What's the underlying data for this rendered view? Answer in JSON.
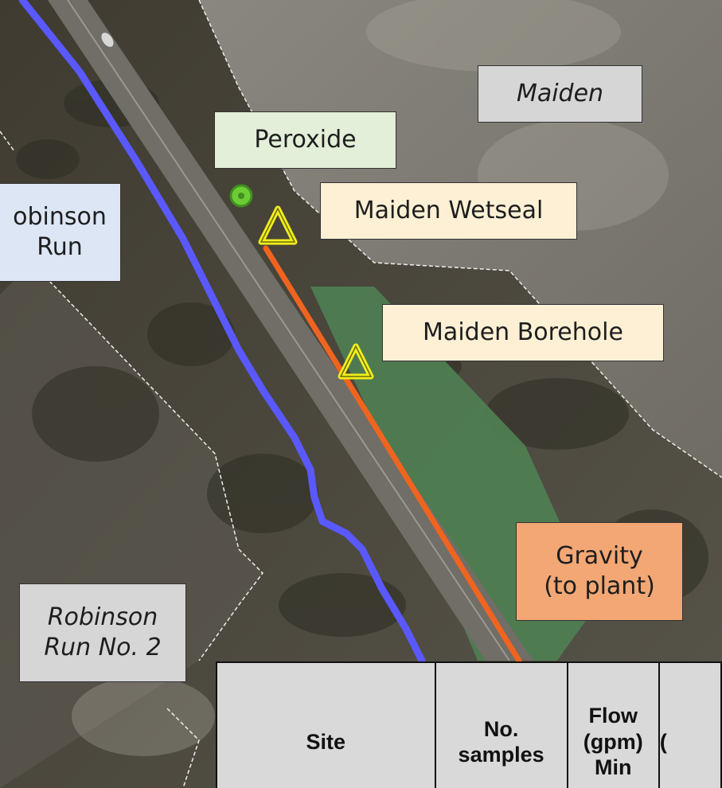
{
  "colors": {
    "stream": "#5a58ff",
    "pipeline": "#f06420",
    "boundary": "#eeeeee",
    "marker_fill": "#f2ef1a",
    "marker_outline": "#6a6a10",
    "peroxide_marker": "#6ccc36",
    "label_peroxide_bg": "#e3efd9",
    "label_site_bg": "#fdf0d5",
    "label_run_bg": "#dde6f4",
    "label_mine_bg": "#d6d6d6",
    "label_gravity_bg": "#f2a774",
    "table_bg": "#d9d9d9"
  },
  "labels": {
    "maiden": "Maiden",
    "peroxide": "Peroxide",
    "robinson_run": "obinson\nRun",
    "maiden_wetseal": "Maiden Wetseal",
    "maiden_borehole": "Maiden Borehole",
    "gravity": "Gravity\n(to plant)",
    "robinson_run_no2": "Robinson\nRun No. 2"
  },
  "markers": {
    "peroxide_icon": "circle-marker-icon",
    "site_icon": "triangle-marker-icon"
  },
  "table": {
    "headers": [
      "Site",
      "No.\nsamples",
      "Flow\n(gpm)\nMin",
      "("
    ]
  }
}
